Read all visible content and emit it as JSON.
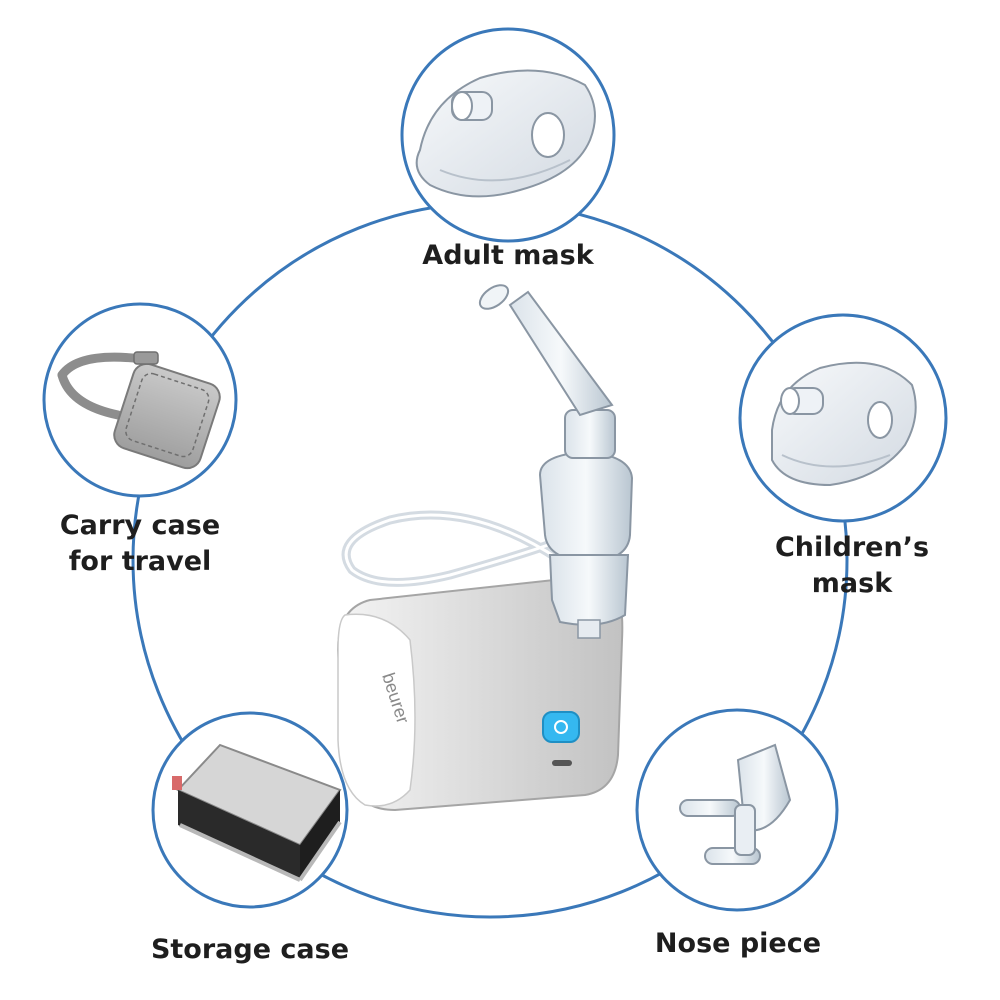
{
  "colors": {
    "ring": "#3a78b9",
    "text": "#1e1e1e",
    "device_grey": "#b9b9b9",
    "button_blue": "#35b8f0"
  },
  "brand": "beurer",
  "accessories": {
    "adult_mask": [
      "Adult mask"
    ],
    "childrens_mask": [
      "Children’s",
      "mask"
    ],
    "carry_case": [
      "Carry case",
      "for travel"
    ],
    "storage_case": [
      "Storage case"
    ],
    "nose_piece": [
      "Nose piece"
    ]
  },
  "icons": {
    "adult_mask": "adult-mask-icon",
    "childrens_mask": "childrens-mask-icon",
    "carry_case": "carry-case-icon",
    "storage_case": "storage-case-icon",
    "nose_piece": "nose-piece-icon",
    "device": "nebulizer-device-icon"
  }
}
